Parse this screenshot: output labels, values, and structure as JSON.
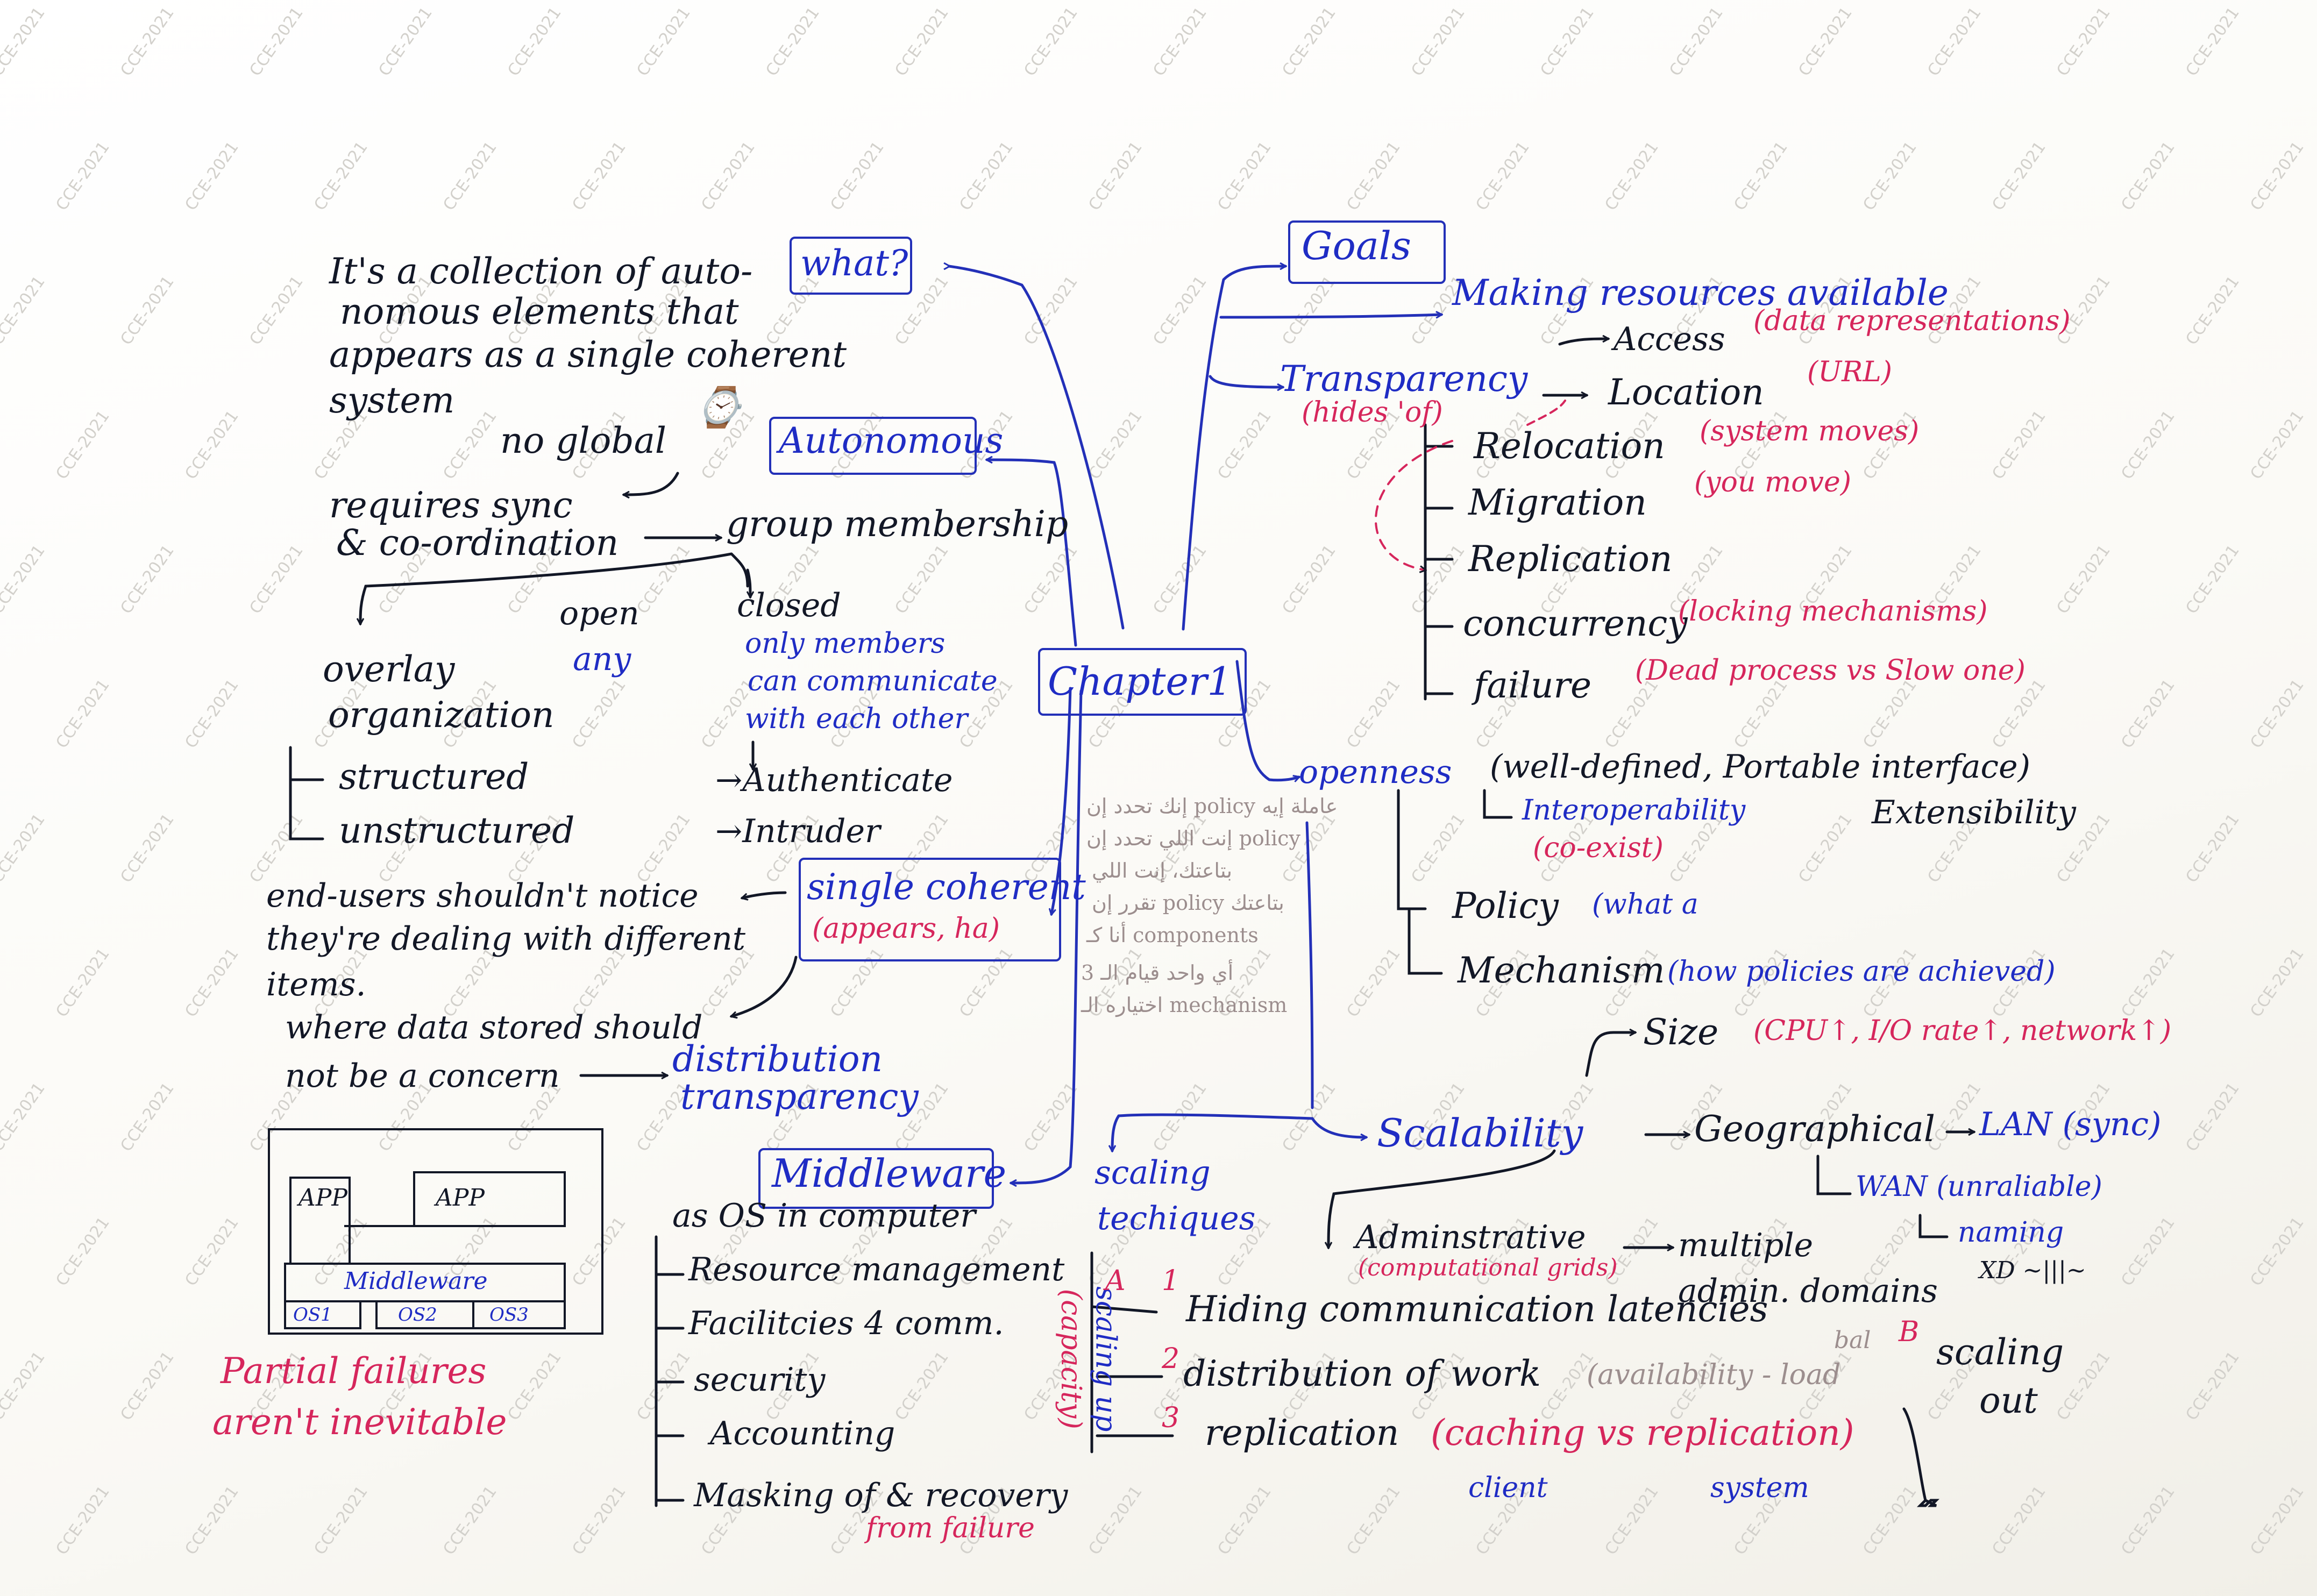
{
  "watermark_text": "CCE-2021",
  "center": {
    "label": "Chapter1"
  },
  "what": {
    "label": "what?",
    "definition": [
      "It's a collection of auto-",
      "nomous elements that",
      "appears as a single coherent",
      "system"
    ]
  },
  "autonomous": {
    "label": "Autonomous",
    "no_global": "no global",
    "clock_glyph": "⌚",
    "requires": [
      "requires sync",
      "& co-ordination"
    ],
    "group_membership": "group membership",
    "open": "open",
    "any": "any",
    "closed": "closed",
    "closed_note": [
      "only members",
      "can communicate",
      "with each other"
    ],
    "authenticate": "→Authenticate",
    "intruder": "→Intruder",
    "overlay": [
      "overlay",
      "organization"
    ],
    "structured": "structured",
    "unstructured": "unstructured"
  },
  "single_coherent": {
    "label": "single coherent",
    "note": "(appears, ha)",
    "notice": [
      "end-users shouldn't notice",
      "they're dealing with different",
      "items."
    ],
    "where_data": [
      "where data stored should",
      "not be a concern"
    ],
    "distribution": [
      "distribution",
      "transparency"
    ]
  },
  "middleware": {
    "label": "Middleware",
    "items": [
      "as OS in computer",
      "Resource management",
      "Facilitcies 4 comm.",
      "security",
      "Accounting",
      "Masking of & recovery"
    ],
    "from_failure": "from failure",
    "diagram": {
      "app_left": "APP",
      "app_right": "APP",
      "middleware": "Middleware",
      "os1": "OS1",
      "os2": "OS2",
      "os3": "OS3"
    },
    "partial_failures": [
      "Partial failures",
      "aren't inevitable"
    ]
  },
  "goals": {
    "label": "Goals",
    "g1": "Making resources available",
    "g2": "Transparency",
    "g2_note": "(hides 'of)",
    "transparency_items": [
      {
        "label": "Access",
        "note": "(data representations)"
      },
      {
        "label": "Location",
        "note": "(URL)"
      },
      {
        "label": "Relocation",
        "note": "(system moves)"
      },
      {
        "label": "Migration",
        "note": "(you move)"
      },
      {
        "label": "Replication",
        "note": ""
      },
      {
        "label": "concurrency",
        "note": "(locking mechanisms)"
      },
      {
        "label": "failure",
        "note": "(Dead process vs Slow one)"
      }
    ],
    "g3": "openness",
    "g3_note": "(well-defined, Portable interface)",
    "interop": "Interoperability",
    "coexist": "(co-exist)",
    "extensibility": "Extensibility",
    "policy": "Policy",
    "policy_note": "(what a",
    "mechanism": "Mechanism",
    "mechanism_note": "(how policies are achieved)",
    "arabic_notes": [
      "إنك تحدد إن policy عاملة إيه",
      "إنت اللي تحدد إن policy",
      "بتاعتك، إنت اللي",
      "تقرر إن policy بتاعتك",
      "أنا كـ components",
      "أي واحد قيام الـ 3",
      "اختياره الـ mechanism"
    ],
    "g4": "Scalability",
    "size": "Size",
    "size_note": "(CPU↑, I/O rate↑, network↑)",
    "geographical": "Geographical",
    "lan": "LAN (sync)",
    "wan": "WAN (unraliable)",
    "naming": "naming",
    "xd": "XD ~|||~",
    "admin": "Adminstrative",
    "admin_note": "(computational grids)",
    "multiple": [
      "multiple",
      "admin. domains"
    ]
  },
  "scaling": {
    "label": [
      "scaling",
      "techiques"
    ],
    "scaling_up": [
      "scaling up",
      "(capacity)"
    ],
    "a": "A",
    "b": "B",
    "num1": "1",
    "num2": "2",
    "num3": "3",
    "hiding": "Hiding communication latencies",
    "distribution": "distribution of work",
    "availability": "(availability - load",
    "bal": "bal",
    "replication": "replication",
    "caching": "(caching vs replication)",
    "client": "client",
    "system": "system",
    "scaling_out": [
      "scaling",
      "out"
    ]
  }
}
